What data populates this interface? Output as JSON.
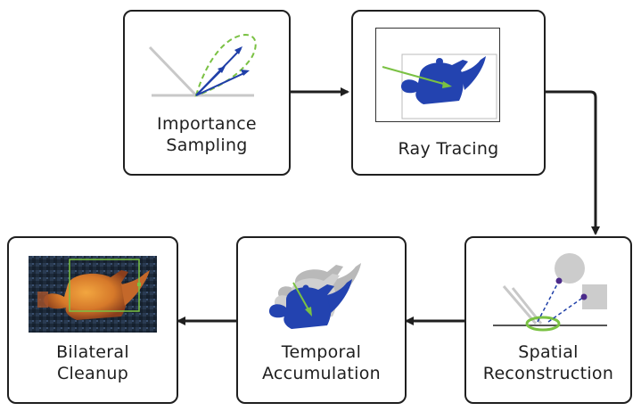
{
  "steps": [
    {
      "id": "importance-sampling",
      "lines": [
        "Importance",
        "Sampling"
      ]
    },
    {
      "id": "ray-tracing",
      "lines": [
        "Ray Tracing"
      ]
    },
    {
      "id": "spatial-reconstruction",
      "lines": [
        "Spatial",
        "Reconstruction"
      ]
    },
    {
      "id": "temporal-accumulation",
      "lines": [
        "Temporal",
        "Accumulation"
      ]
    },
    {
      "id": "bilateral-cleanup",
      "lines": [
        "Bilateral",
        "Cleanup"
      ]
    }
  ],
  "colors": {
    "border": "#1f1f1f",
    "arrow": "#1f1f1f",
    "teapot_blue": "#2343b0",
    "ray_blue": "#1f3fa8",
    "lobe_green": "#7ac143",
    "ray_green": "#7ac143",
    "surface_gray": "#c8c8c8",
    "sample_purple": "#4b2a8a",
    "noise_orange": "#e8902a"
  },
  "icons": [
    "brdf-lobe-icon",
    "teapot-ray-icon",
    "spatial-filter-icon",
    "temporal-teapot-icon",
    "noisy-teapot-icon"
  ]
}
